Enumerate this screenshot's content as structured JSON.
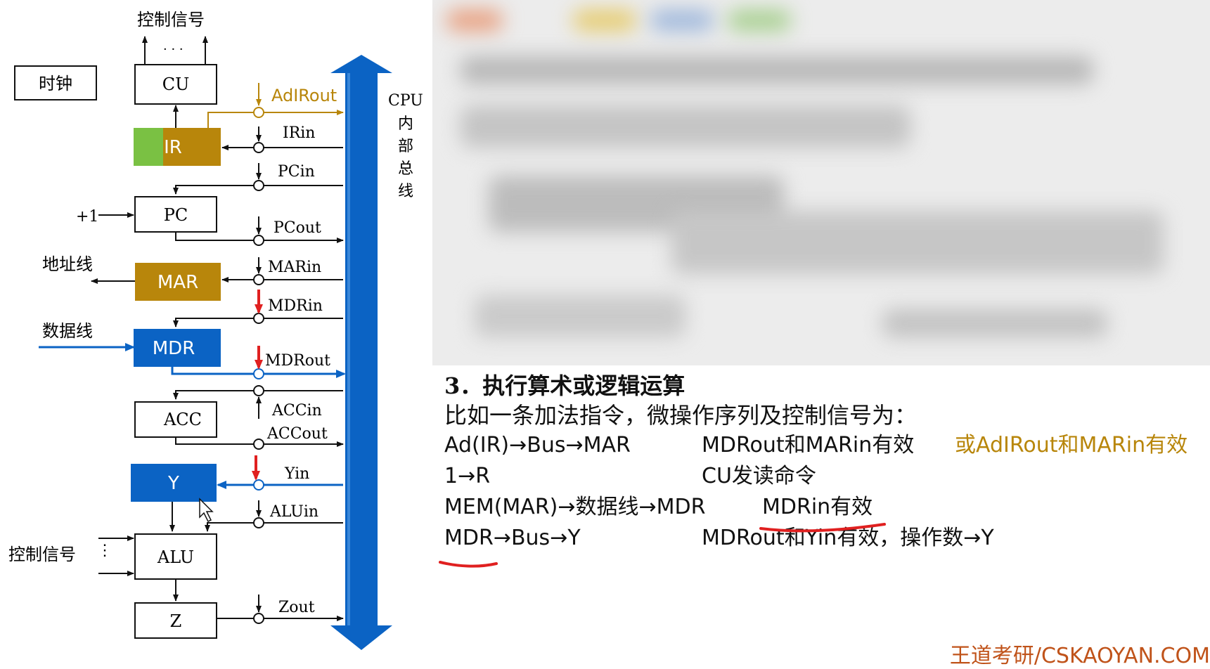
{
  "diagram": {
    "top_control_label": "控制信号",
    "top_dots": "· · ·",
    "clock_label": "时钟",
    "bus_label": [
      "CPU",
      "内",
      "部",
      "总",
      "线"
    ],
    "plus_one": "+1",
    "address_line_label": "地址线",
    "data_line_label": "数据线",
    "alu_control_label": "控制信号",
    "registers": {
      "cu": "CU",
      "ir": "IR",
      "pc": "PC",
      "mar": "MAR",
      "mdr": "MDR",
      "acc": "ACC",
      "y": "Y",
      "alu": "ALU",
      "z": "Z"
    },
    "signals": {
      "adirout": "AdIRout",
      "irin": "IRin",
      "pcin": "PCin",
      "pcout": "PCout",
      "marin": "MARin",
      "mdrin": "MDRin",
      "mdrout": "MDRout",
      "accin": "ACCin",
      "accout": "ACCout",
      "yin": "Yin",
      "aluin": "ALUin",
      "zout": "Zout"
    },
    "colors": {
      "bus": "#0b63c4",
      "gold": "#b8860b",
      "green": "#7ac143",
      "red": "#e02020"
    }
  },
  "notes": {
    "heading": "3．执行算术或逻辑运算",
    "intro": "比如一条加法指令，微操作序列及控制信号为：",
    "rows": [
      {
        "step": "Ad(IR)→Bus→MAR",
        "signal": "MDRout和MARin有效",
        "alt": "或AdIRout和MARin有效"
      },
      {
        "step": "1→R",
        "signal": "CU发读命令"
      },
      {
        "step": "MEM(MAR)→数据线→MDR",
        "signal": "MDRin有效"
      },
      {
        "step": "MDR→Bus→Y",
        "signal": "MDRout和Yin有效，操作数→Y"
      }
    ]
  },
  "watermark": "王道考研/CSKAOYAN.COM"
}
